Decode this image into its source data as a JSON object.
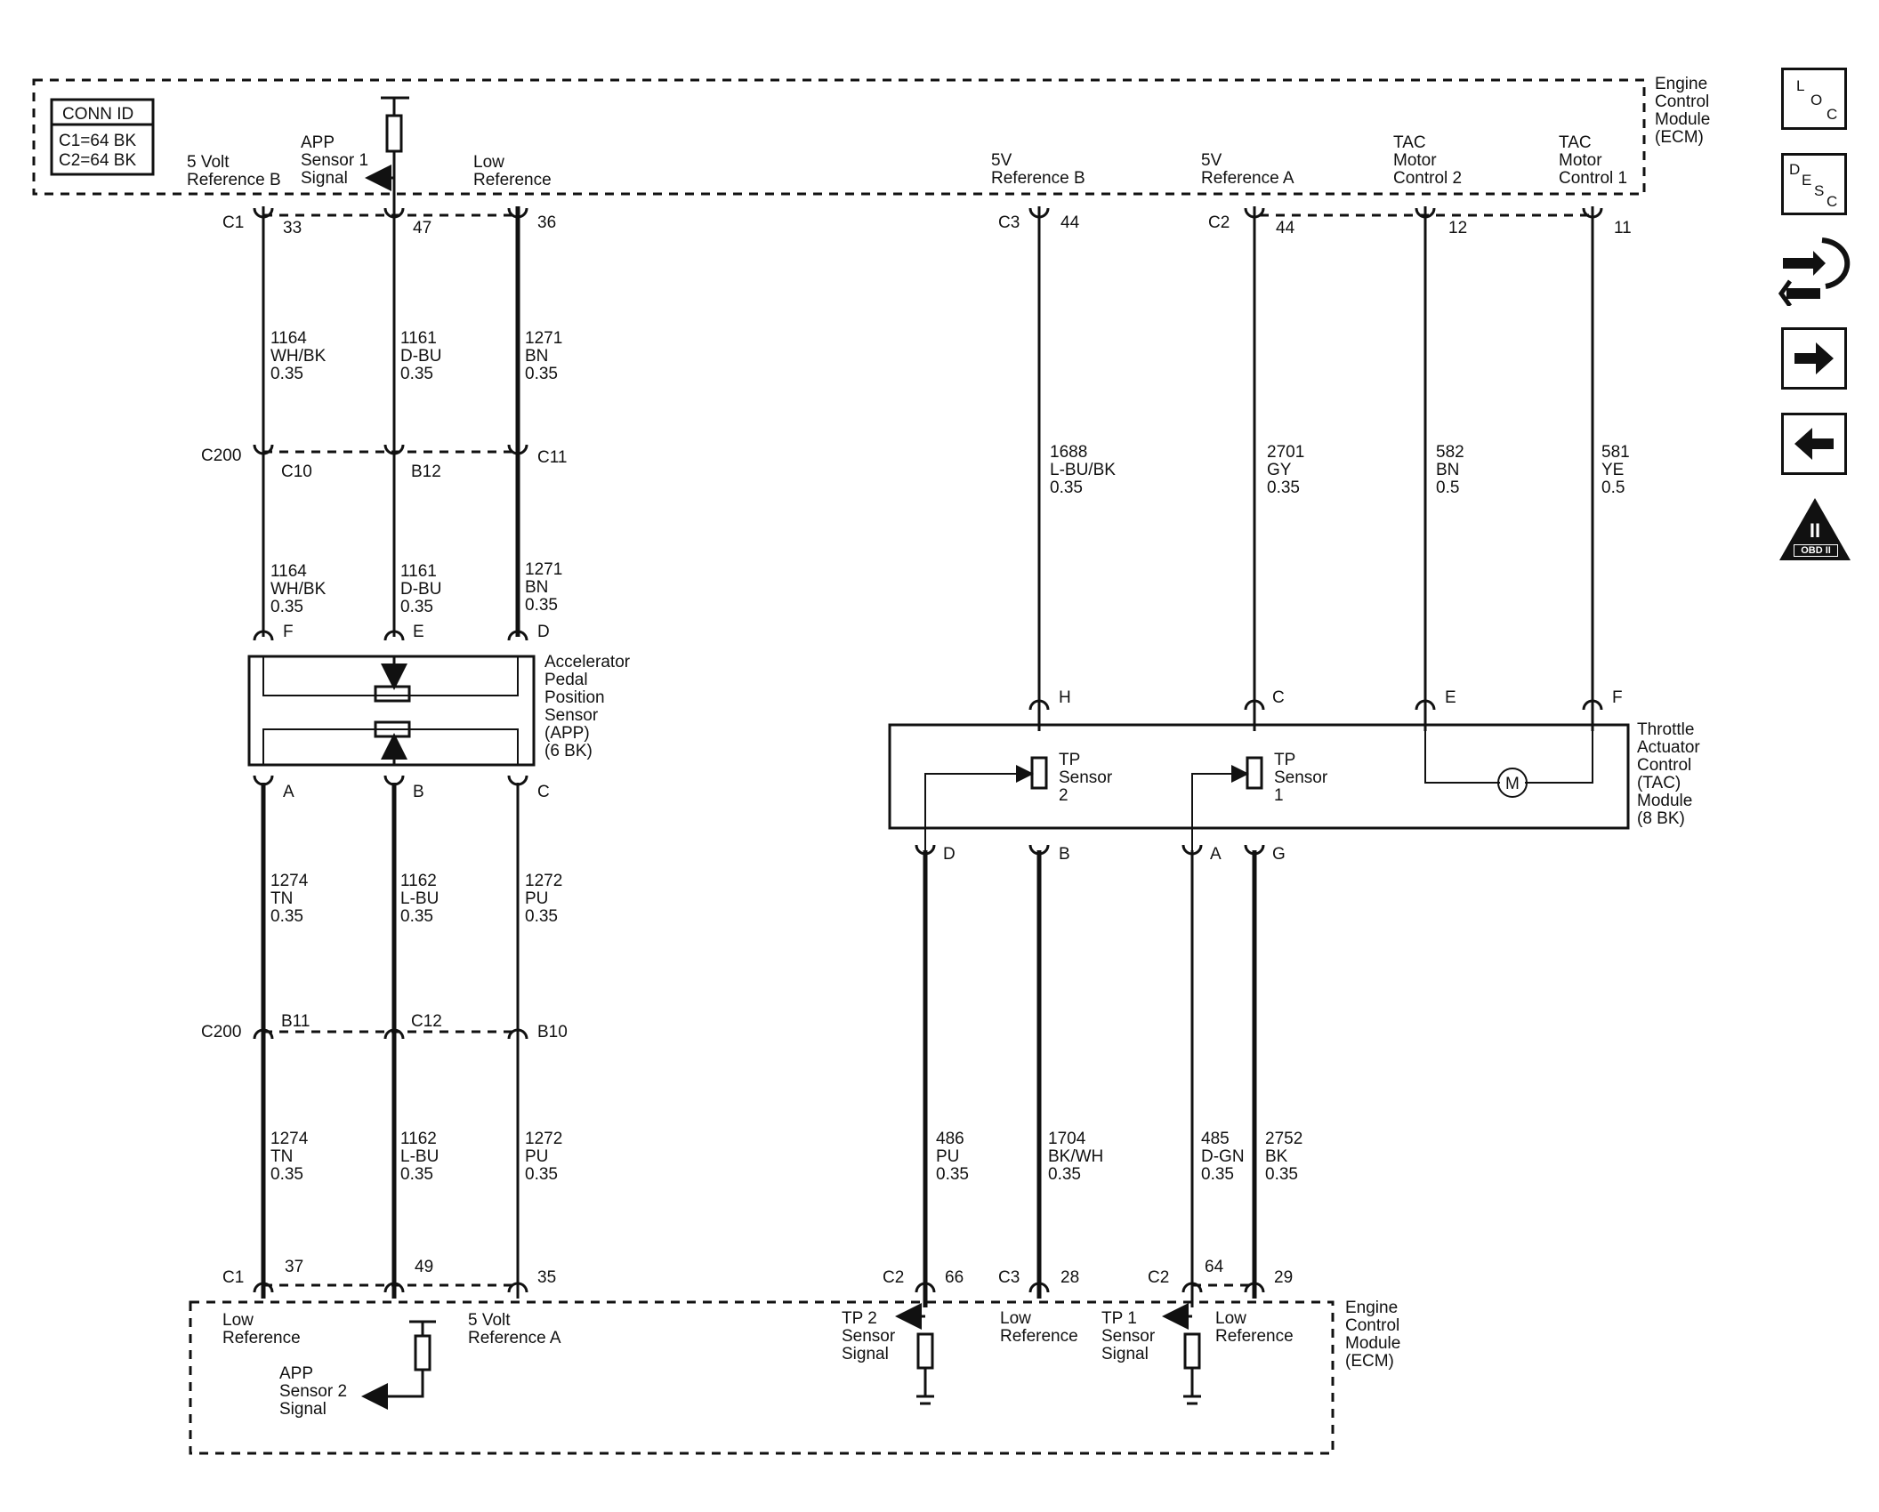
{
  "conn_id": {
    "title": "CONN ID",
    "lines": [
      "C1=64 BK",
      "C2=64 BK"
    ]
  },
  "ecm_top": {
    "name_lines": [
      "Engine",
      "Control",
      "Module",
      "(ECM)"
    ],
    "pins": [
      {
        "label_lines": [
          "5 Volt",
          "Reference B"
        ],
        "connector": "C1",
        "pin": "33"
      },
      {
        "label_lines": [
          "APP",
          "Sensor 1",
          "Signal"
        ],
        "connector": "",
        "pin": "47"
      },
      {
        "label_lines": [
          "Low",
          "Reference"
        ],
        "connector": "",
        "pin": "36"
      },
      {
        "label_lines": [
          "5V",
          "Reference B"
        ],
        "connector": "C3",
        "pin": "44"
      },
      {
        "label_lines": [
          "5V",
          "Reference A"
        ],
        "connector": "C2",
        "pin": "44"
      },
      {
        "label_lines": [
          "TAC",
          "Motor",
          "Control 2"
        ],
        "connector": "",
        "pin": "12"
      },
      {
        "label_lines": [
          "TAC",
          "Motor",
          "Control 1"
        ],
        "connector": "",
        "pin": "11"
      }
    ]
  },
  "ecm_bottom": {
    "name_lines": [
      "Engine",
      "Control",
      "Module",
      "(ECM)"
    ],
    "pins": [
      {
        "label_lines": [
          "Low",
          "Reference"
        ],
        "connector": "C1",
        "pin": "37"
      },
      {
        "label_lines": [
          "APP",
          "Sensor 2",
          "Signal"
        ],
        "connector": "",
        "pin": "49"
      },
      {
        "label_lines": [
          "5 Volt",
          "Reference A"
        ],
        "connector": "",
        "pin": "35"
      },
      {
        "label_lines": [
          "TP 2",
          "Sensor",
          "Signal"
        ],
        "connector": "C2",
        "pin": "66"
      },
      {
        "label_lines": [
          "Low",
          "Reference"
        ],
        "connector": "C3",
        "pin": "28"
      },
      {
        "label_lines": [
          "TP 1",
          "Sensor",
          "Signal"
        ],
        "connector": "C2",
        "pin": "64"
      },
      {
        "label_lines": [
          "Low",
          "Reference"
        ],
        "connector": "",
        "pin": "29"
      }
    ]
  },
  "c200": {
    "label": "C200",
    "upper_pins": [
      "C10",
      "B12",
      "C11"
    ],
    "lower_pins": [
      "B11",
      "C12",
      "B10"
    ]
  },
  "app_sensor": {
    "name_lines": [
      "Accelerator",
      "Pedal",
      "Position",
      "Sensor",
      "(APP)",
      "(6 BK)"
    ],
    "top_pins": [
      "F",
      "E",
      "D"
    ],
    "bottom_pins": [
      "A",
      "B",
      "C"
    ]
  },
  "tac_module": {
    "name_lines": [
      "Throttle",
      "Actuator",
      "Control",
      "(TAC)",
      "Module",
      "(8 BK)"
    ],
    "top_pins": [
      "H",
      "C",
      "E",
      "F"
    ],
    "bottom_pins": [
      "D",
      "B",
      "A",
      "G"
    ],
    "tp_sensor_2": [
      "TP",
      "Sensor",
      "2"
    ],
    "tp_sensor_1": [
      "TP",
      "Sensor",
      "1"
    ],
    "motor": "M"
  },
  "wires": {
    "app_upper": [
      {
        "circuit": "1164",
        "color": "WH/BK",
        "gauge": "0.35"
      },
      {
        "circuit": "1161",
        "color": "D-BU",
        "gauge": "0.35"
      },
      {
        "circuit": "1271",
        "color": "BN",
        "gauge": "0.35"
      }
    ],
    "app_lower": [
      {
        "circuit": "1274",
        "color": "TN",
        "gauge": "0.35"
      },
      {
        "circuit": "1162",
        "color": "L-BU",
        "gauge": "0.35"
      },
      {
        "circuit": "1272",
        "color": "PU",
        "gauge": "0.35"
      }
    ],
    "tac_upper": [
      {
        "circuit": "1688",
        "color": "L-BU/BK",
        "gauge": "0.35"
      },
      {
        "circuit": "2701",
        "color": "GY",
        "gauge": "0.35"
      },
      {
        "circuit": "582",
        "color": "BN",
        "gauge": "0.5"
      },
      {
        "circuit": "581",
        "color": "YE",
        "gauge": "0.5"
      }
    ],
    "tac_lower": [
      {
        "circuit": "486",
        "color": "PU",
        "gauge": "0.35"
      },
      {
        "circuit": "1704",
        "color": "BK/WH",
        "gauge": "0.35"
      },
      {
        "circuit": "485",
        "color": "D-GN",
        "gauge": "0.35"
      },
      {
        "circuit": "2752",
        "color": "BK",
        "gauge": "0.35"
      }
    ]
  },
  "nav": {
    "loc": [
      "L",
      "O",
      "C"
    ],
    "desc": [
      "D",
      "E",
      "S",
      "C"
    ],
    "obd": [
      "II",
      "OBD II"
    ]
  }
}
